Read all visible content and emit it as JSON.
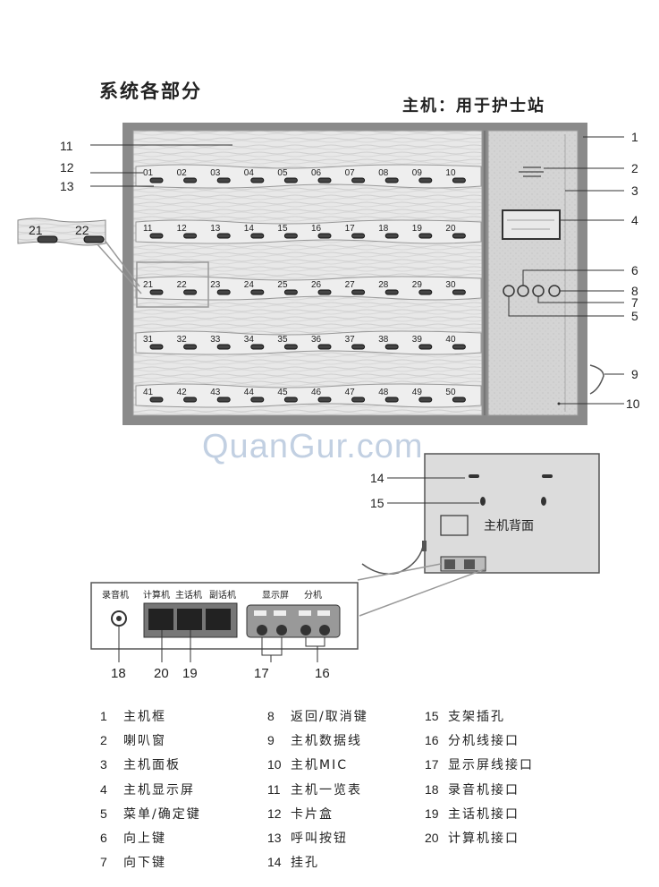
{
  "title": "系统各部分",
  "subtitle": "主机：用于护士站",
  "watermark": "QuanGur.com",
  "colors": {
    "frame": "#8a8a8a",
    "panel": "#d7d7d7",
    "card": "#e4e4e4",
    "line": "#333333",
    "watermark": "#b8c8de"
  },
  "slots": [
    "01",
    "02",
    "03",
    "04",
    "05",
    "06",
    "07",
    "08",
    "09",
    "10",
    "11",
    "12",
    "13",
    "14",
    "15",
    "16",
    "17",
    "18",
    "19",
    "20",
    "21",
    "22",
    "23",
    "24",
    "25",
    "26",
    "27",
    "28",
    "29",
    "30",
    "31",
    "32",
    "33",
    "34",
    "35",
    "36",
    "37",
    "38",
    "39",
    "40",
    "41",
    "42",
    "43",
    "44",
    "45",
    "46",
    "47",
    "48",
    "49",
    "50"
  ],
  "zoom_slots": [
    "21",
    "22"
  ],
  "callouts": {
    "c1": "1",
    "c2": "2",
    "c3": "3",
    "c4": "4",
    "c5": "5",
    "c6": "6",
    "c7": "7",
    "c8": "8",
    "c9": "9",
    "c10": "10",
    "c11": "11",
    "c12": "12",
    "c13": "13",
    "c14": "14",
    "c15": "15",
    "c16": "16",
    "c17": "17",
    "c18": "18",
    "c19": "19",
    "c20": "20"
  },
  "back": {
    "label": "主机背面"
  },
  "ports": {
    "recorder": "录音机",
    "computer": "计算机",
    "main_phone": "主话机",
    "sub_phone": "副话机",
    "display": "显示屏",
    "extension": "分机"
  },
  "legend": [
    {
      "num": "1",
      "text": "主机框"
    },
    {
      "num": "2",
      "text": "喇叭窗"
    },
    {
      "num": "3",
      "text": "主机面板"
    },
    {
      "num": "4",
      "text": "主机显示屏"
    },
    {
      "num": "5",
      "text": "菜单/确定键"
    },
    {
      "num": "6",
      "text": "向上键"
    },
    {
      "num": "7",
      "text": "向下键"
    },
    {
      "num": "8",
      "text": "返回/取消键"
    },
    {
      "num": "9",
      "text": "主机数据线"
    },
    {
      "num": "10",
      "text": "主机MIC"
    },
    {
      "num": "11",
      "text": "主机一览表"
    },
    {
      "num": "12",
      "text": "卡片盒"
    },
    {
      "num": "13",
      "text": "呼叫按钮"
    },
    {
      "num": "14",
      "text": "挂孔"
    },
    {
      "num": "15",
      "text": "支架插孔"
    },
    {
      "num": "16",
      "text": "分机线接口"
    },
    {
      "num": "17",
      "text": "显示屏线接口"
    },
    {
      "num": "18",
      "text": "录音机接口"
    },
    {
      "num": "19",
      "text": "主话机接口"
    },
    {
      "num": "20",
      "text": "计算机接口"
    }
  ]
}
